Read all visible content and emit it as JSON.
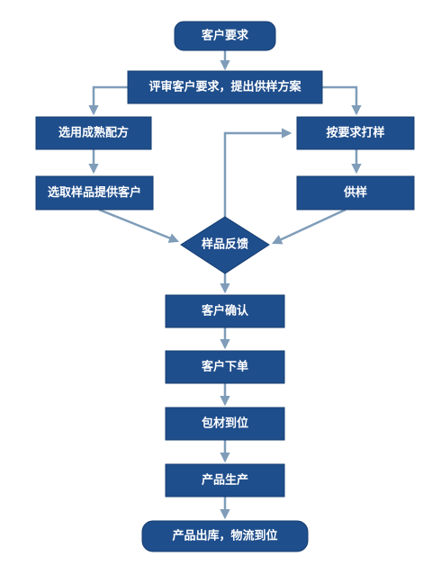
{
  "nodes": {
    "customer_requirements": "客户要求",
    "review_and_propose": "评审客户要求，提出供样方案",
    "select_mature_formula": "选用成熟配方",
    "proof_to_requirements": "按要求打样",
    "select_samples_for_customer": "选取样品提供客户",
    "supply_samples": "供样",
    "sample_feedback": "样品反馈",
    "customer_confirmation": "客户确认",
    "customer_order": "客户下单",
    "packaging_materials_ready": "包材到位",
    "production": "产品生产",
    "ship_and_deliver": "产品出库，物流到位"
  },
  "colors": {
    "node_fill": "#1f4e8c",
    "node_border": "#163d70",
    "node_text": "#ffffff",
    "connector": "#7f9db9",
    "background": "#ffffff"
  }
}
